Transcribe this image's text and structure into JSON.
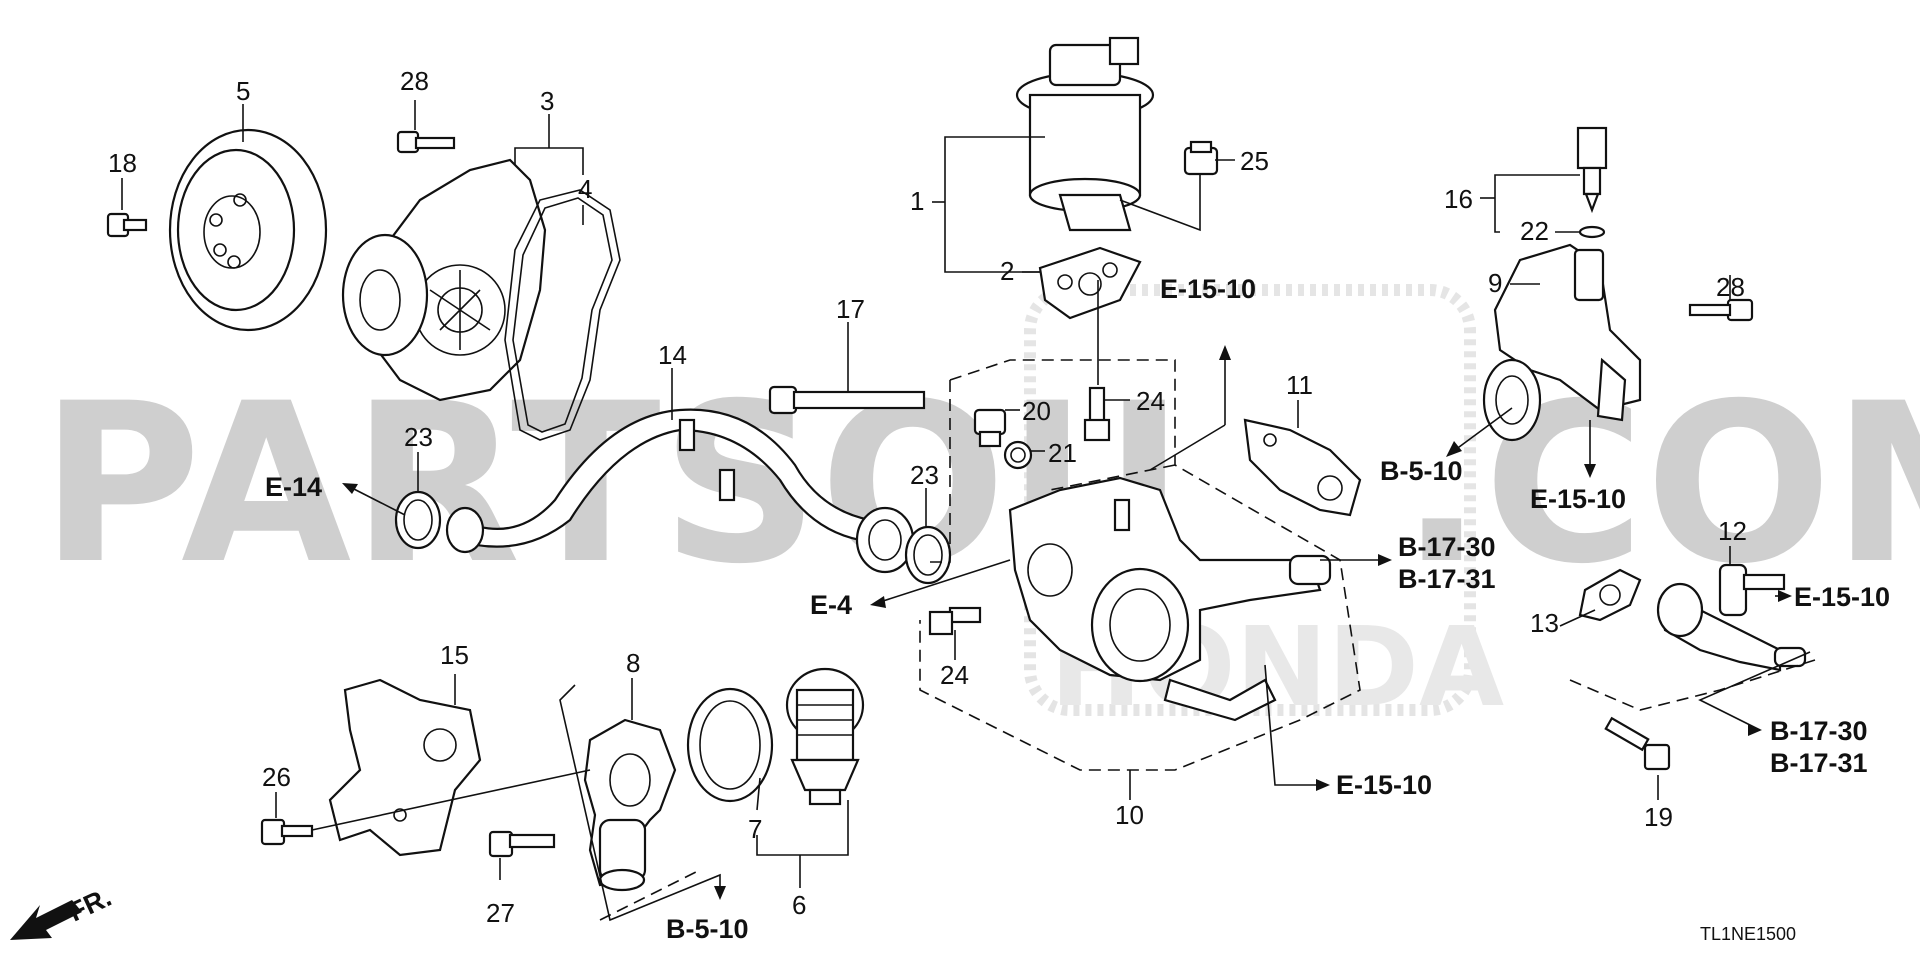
{
  "watermark": {
    "left": "PARTSOU",
    "right": ".COM",
    "badge_brand": "HONDA"
  },
  "part_numbers": {
    "p1": "1",
    "p2": "2",
    "p3": "3",
    "p4": "4",
    "p5": "5",
    "p6": "6",
    "p7": "7",
    "p8": "8",
    "p9": "9",
    "p10": "10",
    "p11": "11",
    "p12": "12",
    "p13": "13",
    "p14": "14",
    "p15": "15",
    "p16": "16",
    "p17": "17",
    "p18": "18",
    "p19": "19",
    "p20": "20",
    "p21": "21",
    "p22": "22",
    "p23a": "23",
    "p23b": "23",
    "p24a": "24",
    "p24b": "24",
    "p25": "25",
    "p26": "26",
    "p27": "27",
    "p28a": "28",
    "p28b": "28"
  },
  "references": {
    "e15_top": "E-15-10",
    "e14": "E-14",
    "e4": "E-4",
    "b17_30_center": "B-17-30",
    "b17_31_center": "B-17-31",
    "e15_bottom_center": "E-15-10",
    "b5_right": "B-5-10",
    "e15_right_mid": "E-15-10",
    "e15_right_pipe": "E-15-10",
    "b17_30_right": "B-17-30",
    "b17_31_right": "B-17-31",
    "b5_bottom": "B-5-10"
  },
  "front_indicator": "FR.",
  "diagram_code": "TL1NE1500"
}
